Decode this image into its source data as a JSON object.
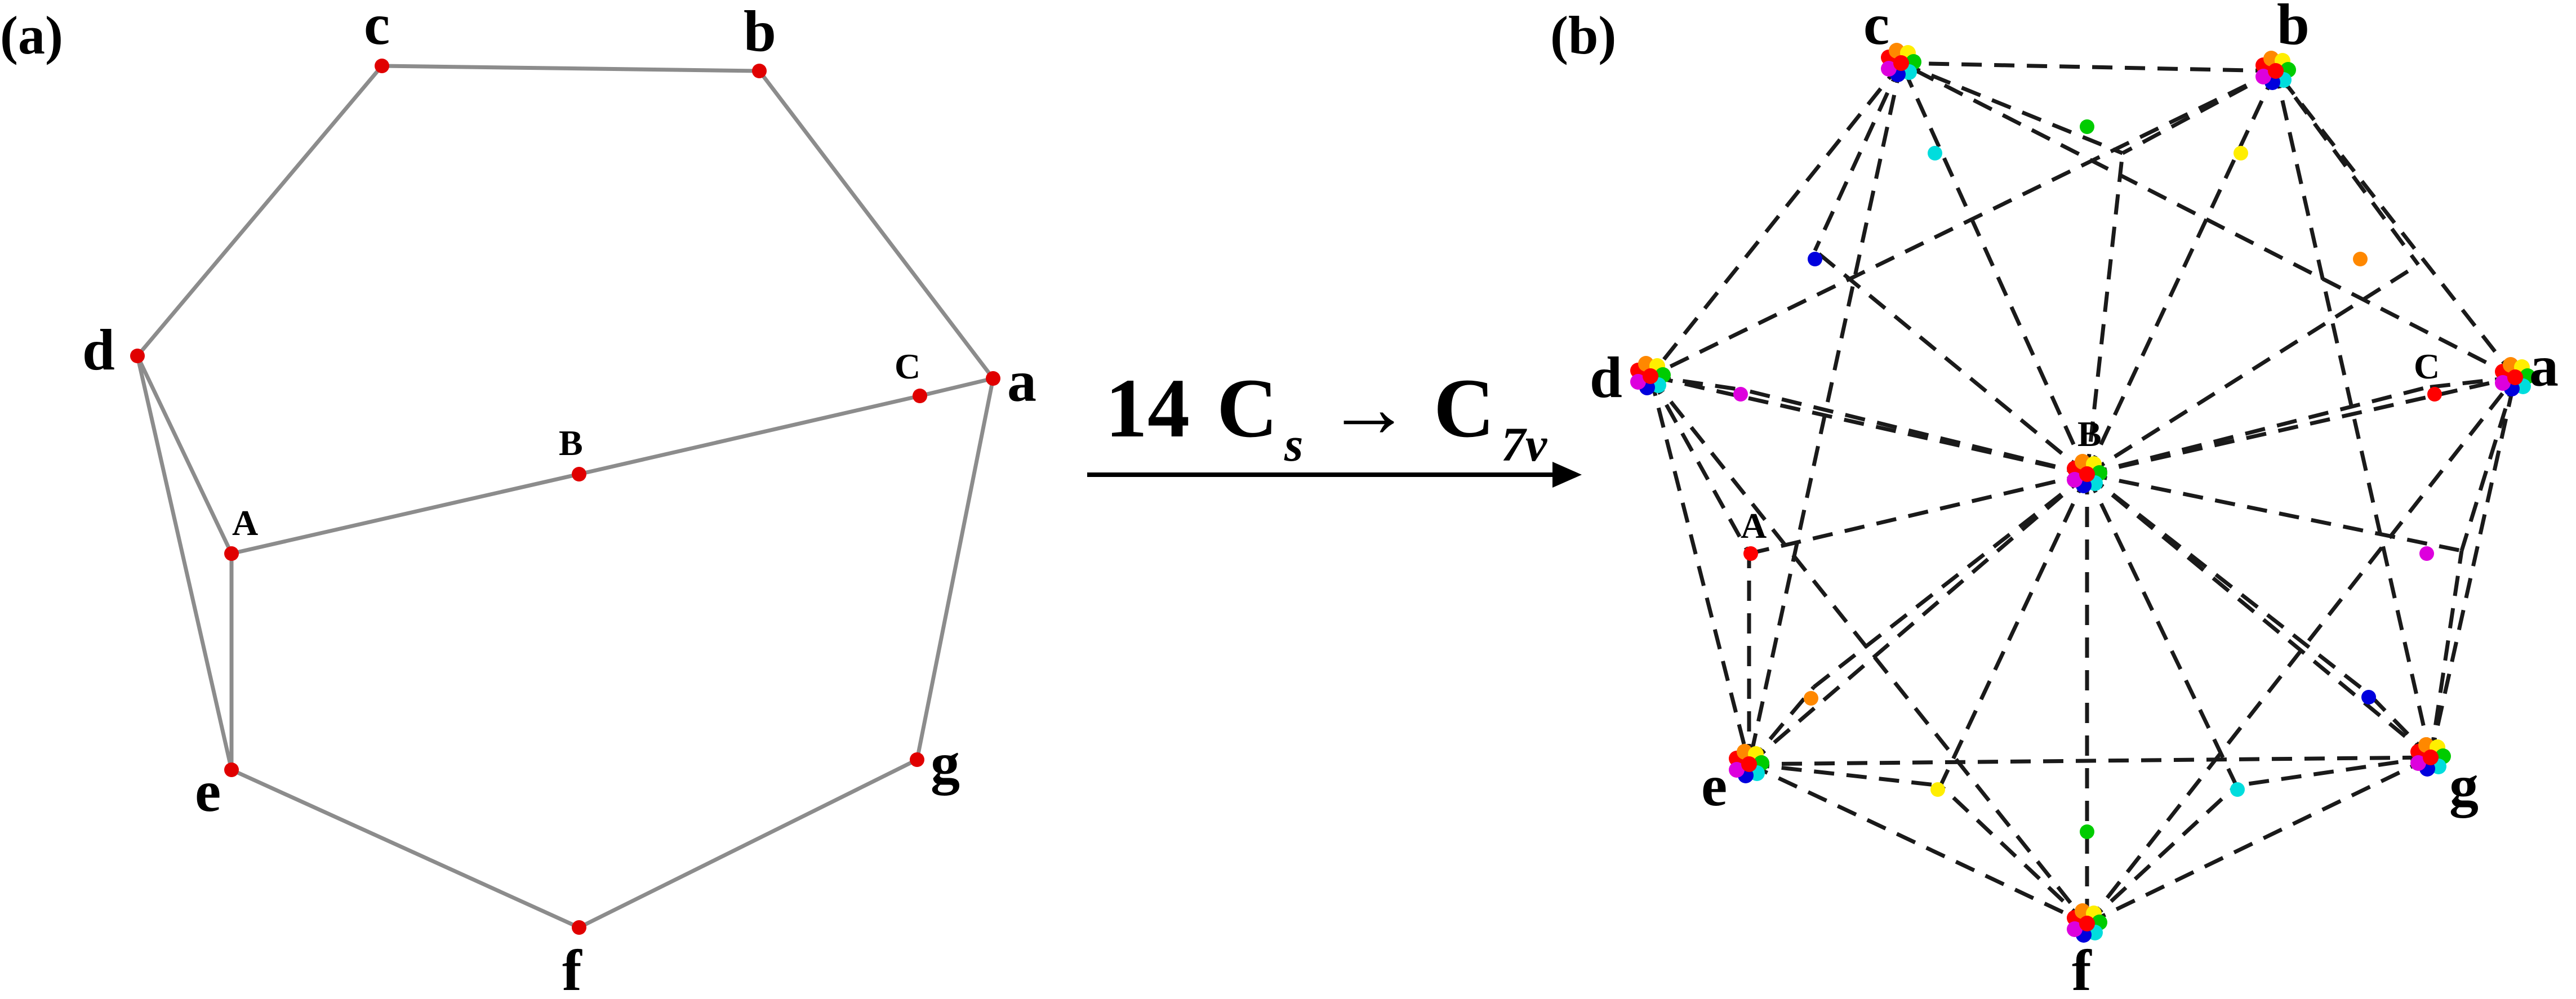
{
  "panel_a": {
    "label": "(a)",
    "vertices": [
      "a",
      "b",
      "c",
      "d",
      "e",
      "f",
      "g"
    ],
    "inner_nodes": [
      "A",
      "B",
      "C"
    ],
    "node_color": "#e00000",
    "edge_color": "#8c8c8c"
  },
  "panel_b": {
    "label": "(b)",
    "vertices": [
      "a",
      "b",
      "c",
      "d",
      "e",
      "f",
      "g"
    ],
    "inner_labels": [
      "A",
      "B",
      "C"
    ],
    "cluster_colors": [
      "#ff0000",
      "#ff8800",
      "#ffee00",
      "#00cc00",
      "#00dddd",
      "#0000dd",
      "#dd00dd"
    ]
  },
  "transform": {
    "count": "14",
    "from_group": "C",
    "from_sub": "s",
    "arrow": "→",
    "to_group": "C",
    "to_sub": "7v"
  }
}
